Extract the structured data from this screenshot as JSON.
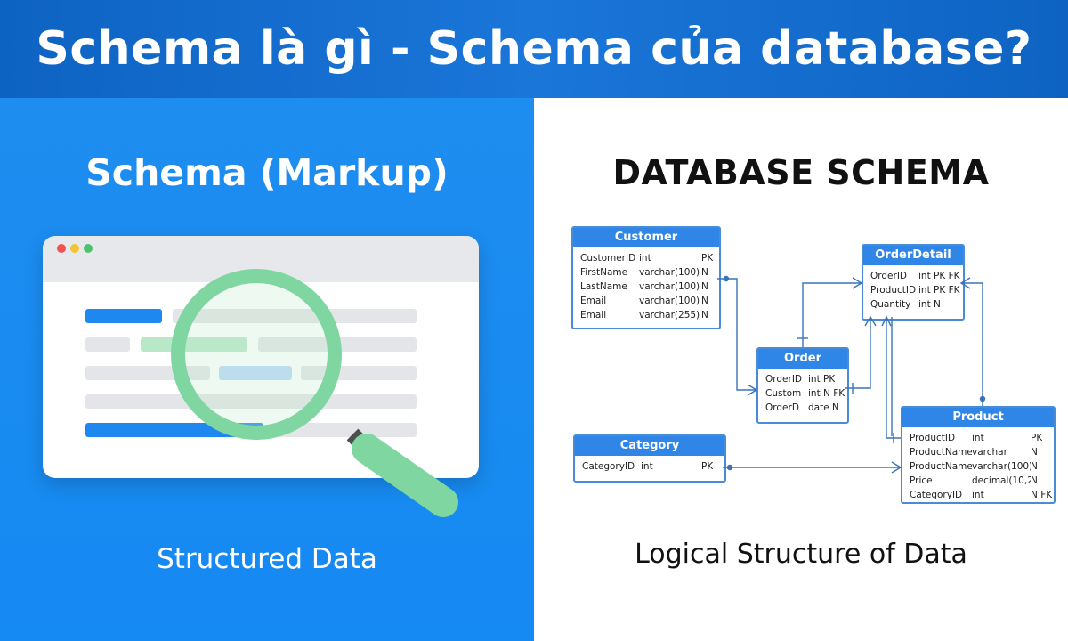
{
  "header": {
    "title": "Schema là gì - Schema của database?"
  },
  "left": {
    "title": "Schema (Markup)",
    "caption": "Structured Data"
  },
  "right": {
    "title": "DATABASE SCHEMA",
    "caption": "Logical Structure of Data"
  },
  "icons": {
    "browser": "browser-window-icon",
    "magnifier": "magnifying-glass-icon",
    "arrow": "right-arrow-icon"
  },
  "colors": {
    "banner": "#1569c7",
    "left_panel": "#1a8cf2",
    "table_header": "#2f86e6",
    "connector": "#3a73b8",
    "magnifier_green": "#7fd6a0"
  },
  "tables": {
    "customer": {
      "name": "Customer",
      "rows": [
        [
          "CustomerID",
          "int",
          "PK"
        ],
        [
          "FirstName",
          "varchar(100)",
          "N"
        ],
        [
          "LastName",
          "varchar(100)",
          "N"
        ],
        [
          "Email",
          "varchar(100)",
          "N"
        ],
        [
          "Email",
          "varchar(255)",
          "N"
        ]
      ]
    },
    "orderdetail": {
      "name": "OrderDetail",
      "rows": [
        [
          "OrderID",
          "int PK FK"
        ],
        [
          "ProductID",
          "int PK FK"
        ],
        [
          "Quantity",
          "int N"
        ]
      ]
    },
    "order": {
      "name": "Order",
      "rows": [
        [
          "OrderID",
          "int PK"
        ],
        [
          "Custom",
          "int N FK"
        ],
        [
          "OrderD",
          "date N"
        ]
      ]
    },
    "category": {
      "name": "Category",
      "rows": [
        [
          "CategoryID",
          "int",
          "PK"
        ]
      ]
    },
    "product": {
      "name": "Product",
      "rows": [
        [
          "ProductID",
          "int",
          "PK"
        ],
        [
          "ProductName",
          "varchar",
          "N"
        ],
        [
          "ProductName",
          "varchar(100)",
          "N"
        ],
        [
          "Price",
          "decimal(10,2)",
          "N"
        ],
        [
          "CategoryID",
          "int",
          "N FK"
        ]
      ]
    }
  }
}
